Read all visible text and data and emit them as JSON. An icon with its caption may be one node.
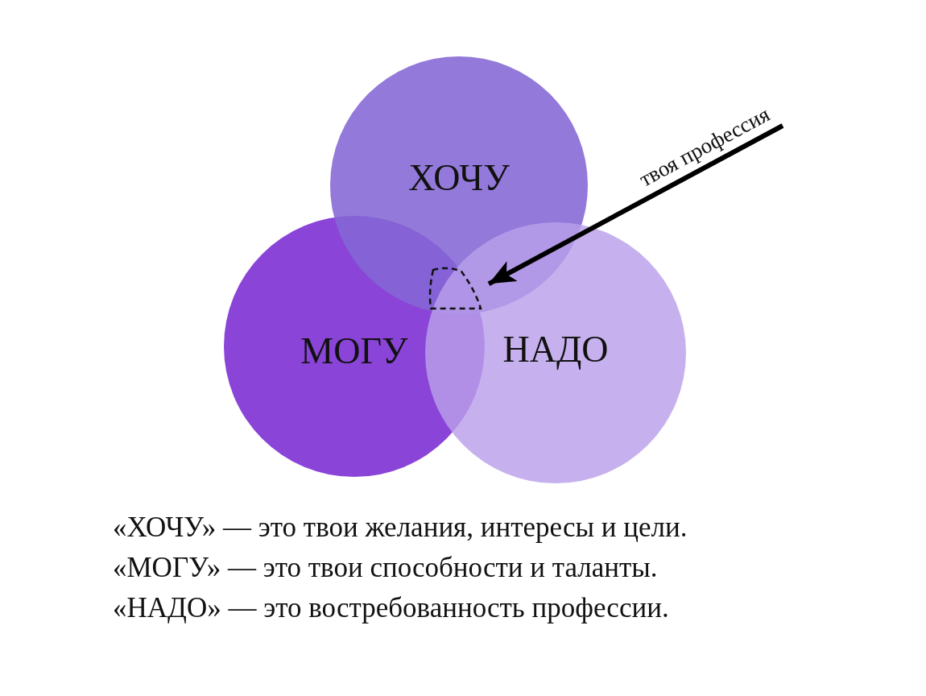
{
  "diagram": {
    "nodes": [
      {
        "text": [
          "ХОЧУ"
        ]
      },
      {
        "text": [
          "МОГУ"
        ]
      },
      {
        "text": [
          "НАДО"
        ]
      },
      {
        "text": [],
        "shape": "triangle"
      }
    ],
    "edges": [
      {
        "from": null,
        "to": 3,
        "arrow": "to",
        "label": "твоя профессия"
      }
    ],
    "labels": [
      "«ХОЧУ» — это твои желания, интересы и цели.",
      "«МОГУ» — это твои способности и таланты.",
      "«НАДО» — это востребованность профессии."
    ]
  }
}
